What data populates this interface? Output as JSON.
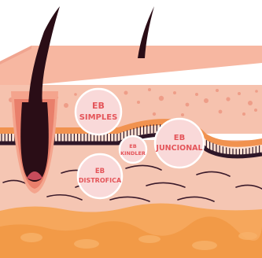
{
  "colors": {
    "background": "#ffffff",
    "epidermis_top": "#f4aa95",
    "epidermis": "#f6c1ae",
    "dermis": "#f4c2ae",
    "fat": "#f7a55a",
    "fat_dark": "#f29a45",
    "membrane_dark": "#2e1627",
    "hair": "#2a0d16",
    "circle_fill": "#f9d9d9",
    "label": "#e4555a",
    "orange_band": "#f1924f"
  },
  "labels": {
    "eb_simples": {
      "line1": "EB",
      "line2": "SIMPLES"
    },
    "eb_kindler": {
      "line1": "EB",
      "line2": "KINDLER"
    },
    "eb_juncional": {
      "line1": "EB",
      "line2": "JUNCIONAL"
    },
    "eb_distrofica": {
      "line1": "EB",
      "line2": "DISTROFICA"
    }
  }
}
